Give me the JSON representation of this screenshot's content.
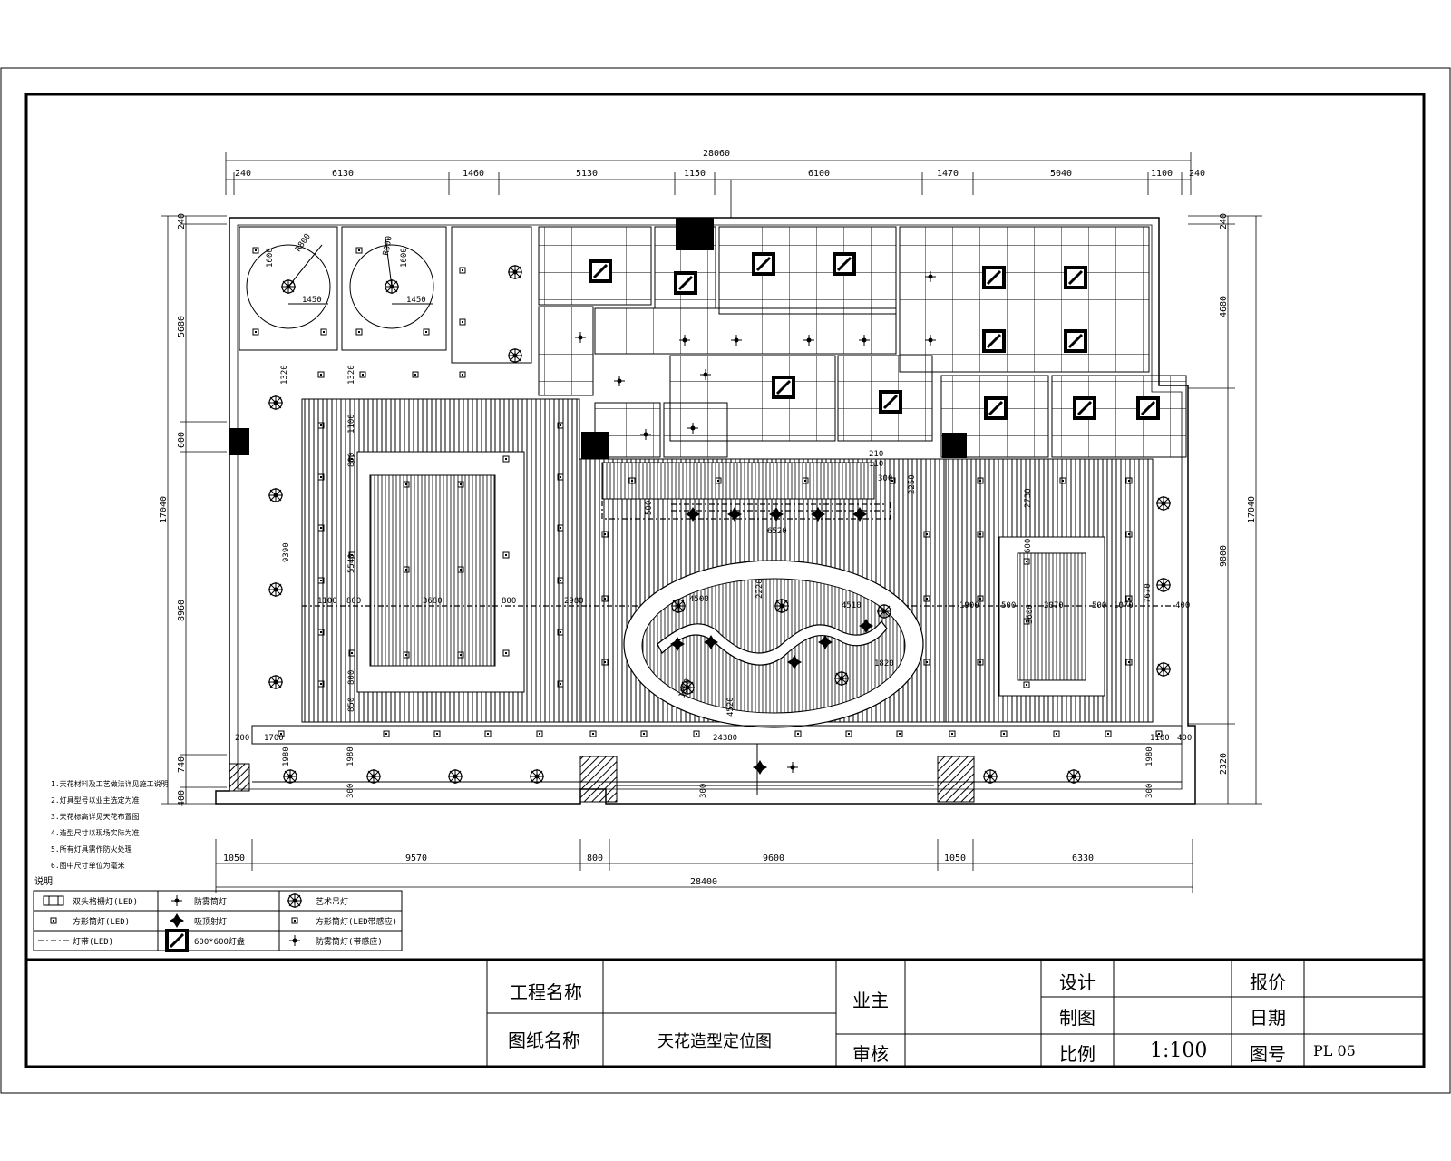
{
  "dims": {
    "top_total": "28060",
    "top_segments": [
      "240",
      "6130",
      "1460",
      "5130",
      "1150",
      "6100",
      "1470",
      "5040",
      "1100",
      "240"
    ],
    "bottom_segments": [
      "1050",
      "9570",
      "800",
      "9600",
      "1050",
      "6330"
    ],
    "bottom_total": "28400",
    "left_segments": [
      "240",
      "5680",
      "600",
      "8960",
      "740",
      "400"
    ],
    "left_total": "17040",
    "right_segments": [
      "240",
      "4680",
      "9800",
      "2320"
    ],
    "right_total": "17040",
    "interior": {
      "r800": "R800",
      "r900": "R900",
      "d1450a": "1450",
      "d1450b": "1450",
      "d1600a": "1600",
      "d1600b": "1600",
      "d1320a": "1320",
      "d1320b": "1320",
      "d9390": "9390",
      "d1100": "1100",
      "d800a": "800",
      "d5540": "5540",
      "d800b": "800",
      "d3680": "3680",
      "d800c": "800",
      "d800d": "800",
      "d850": "850",
      "d2980": "2980",
      "d6520": "6520",
      "d500a": "500",
      "d2250": "2250",
      "d300": "300",
      "d110": "110",
      "d210": "210",
      "d4500": "4500",
      "d2220": "2220",
      "d4510": "4510",
      "d1820": "1820",
      "d1900": "1900",
      "d500b": "500",
      "d2070": "2070",
      "d500c": "500",
      "d1070": "1070",
      "d7670": "7670",
      "d400": "400",
      "d3600": "3600",
      "d2730": "2730",
      "d24380": "24380",
      "d200a": "200",
      "d1700": "1700",
      "d1980a": "1980",
      "d1980b": "1980",
      "d1980c": "1980",
      "d1100b": "1100",
      "d400b": "400",
      "d300a": "300",
      "d300b": "300",
      "d300c": "300",
      "d4520": "4520",
      "d1850": "1850",
      "d600b": "600"
    }
  },
  "notes_title": "说明",
  "notes": [
    "1.天花材料及工艺做法详见施工说明",
    "2.灯具型号以业主选定为准",
    "3.天花标高详见天花布置图",
    "4.造型尺寸以现场实际为准",
    "5.所有灯具需作防火处理",
    "6.图中尺寸单位为毫米"
  ],
  "legend": {
    "title": "图例",
    "items": [
      [
        "双头格栅灯(LED)",
        "防雾筒灯",
        "艺术吊灯"
      ],
      [
        "方形筒灯(LED)",
        "吸顶射灯",
        "方形筒灯(LED带感应)"
      ],
      [
        "灯带(LED)",
        "600*600灯盘",
        "防雾筒灯(带感应)"
      ]
    ]
  },
  "title_block": {
    "project_label": "工程名称",
    "project_value": "",
    "drawing_label": "图纸名称",
    "drawing_value": "天花造型定位图",
    "owner_label": "业主",
    "review_label": "审核",
    "design_label": "设计",
    "draft_label": "制图",
    "scale_label": "比例",
    "scale_value": "1:100",
    "quote_label": "报价",
    "date_label": "日期",
    "sheet_label": "图号",
    "sheet_value": "PL 05"
  }
}
